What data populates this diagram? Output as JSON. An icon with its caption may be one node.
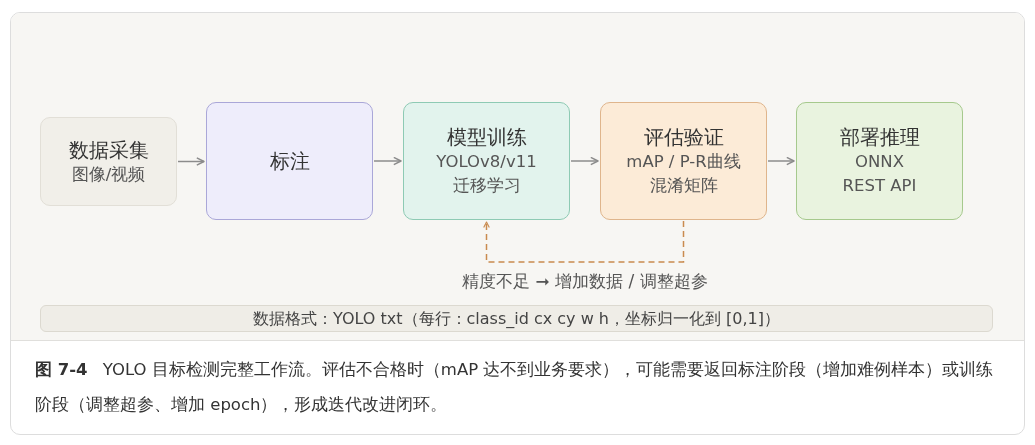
{
  "diagram": {
    "caption": "**图 7-4** YOLO 目标检测完整工作流。评估不合格时（mAP 达不到业务要求），可能需要返回标注阶段（增加难例样本）或训练阶段（调整超参、增加 epoch），形成迭代改进闭环。",
    "nodes": [
      {
        "text": [
          "数据采集",
          "图像/视频"
        ]
      },
      {
        "text": [
          "标注"
        ]
      },
      {
        "text": [
          "模型训练",
          "YOLOv8/v11",
          "迁移学习"
        ]
      },
      {
        "text": [
          "评估验证",
          "mAP / P-R曲线",
          "混淆矩阵"
        ]
      },
      {
        "text": [
          "部署推理",
          "ONNX",
          "REST API"
        ]
      },
      {
        "text": [
          "数据格式：YOLO txt（每行：class_id cx cy w h，坐标归一化到 [0,1]）"
        ]
      }
    ],
    "edges": [
      {
        "from": 0,
        "to": 1,
        "arrow": "to"
      },
      {
        "from": 1,
        "to": 2,
        "arrow": "to"
      },
      {
        "from": 2,
        "to": 3,
        "arrow": "to"
      },
      {
        "from": 3,
        "to": 4,
        "arrow": "to"
      },
      {
        "from": 3,
        "to": 2,
        "arrow": "to",
        "label": "精度不足 ➞ 增加数据 / 调整超参",
        "style": "dashed",
        "color": "#c98b4f"
      }
    ]
  }
}
